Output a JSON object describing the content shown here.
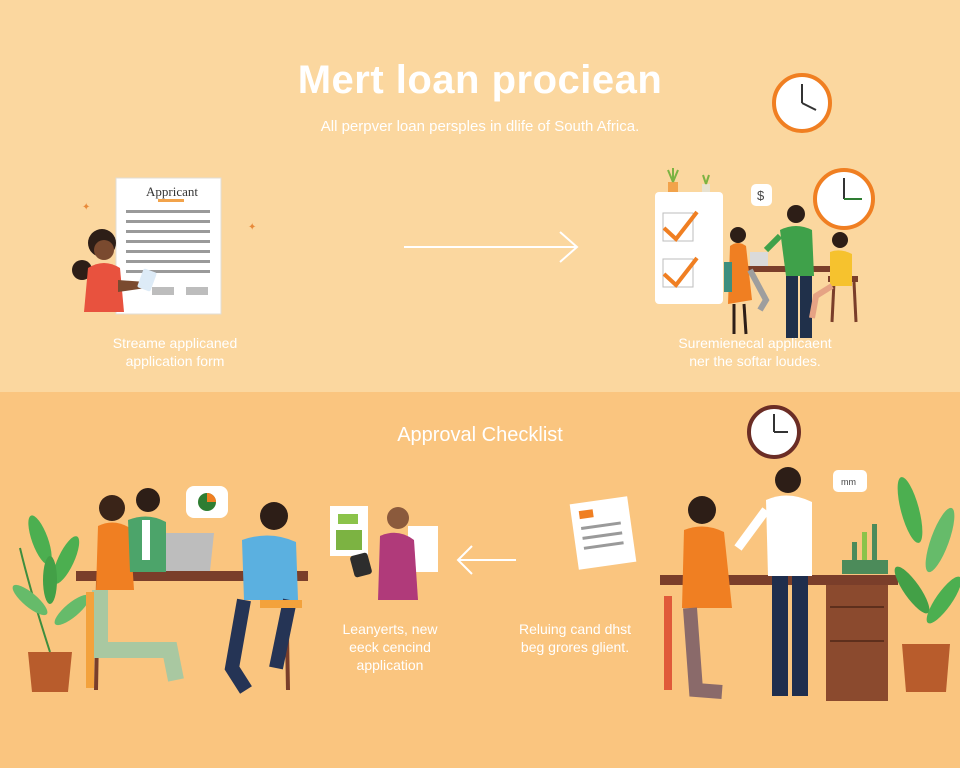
{
  "header": {
    "title": "Mert loan prociean",
    "subtitle": "All perpver loan persples in dlife of South Africa."
  },
  "steps": [
    {
      "id": "application-form",
      "caption_lines": [
        "Streame applicaned",
        "application form"
      ]
    },
    {
      "id": "review-meeting",
      "caption_lines": [
        "Suremienecal applicaent",
        "ner the softar loudes."
      ]
    },
    {
      "id": "approval-meeting",
      "caption_lines": [
        "Reluing cand dhst",
        "beg grores glient."
      ]
    },
    {
      "id": "new-application",
      "caption_lines": [
        "Leanyerts, new",
        "eeck cencind",
        "application"
      ]
    }
  ],
  "approval_section": {
    "title": "Approval Checklist"
  },
  "document": {
    "heading": "Appricant"
  },
  "speech_bubbles": {
    "dollar": "$",
    "small_note": "mm"
  },
  "colors": {
    "top_band": "#FBD79F",
    "bottom_band": "#FAC57F",
    "accent_orange": "#F07F22",
    "text": "#FFFFFF"
  }
}
